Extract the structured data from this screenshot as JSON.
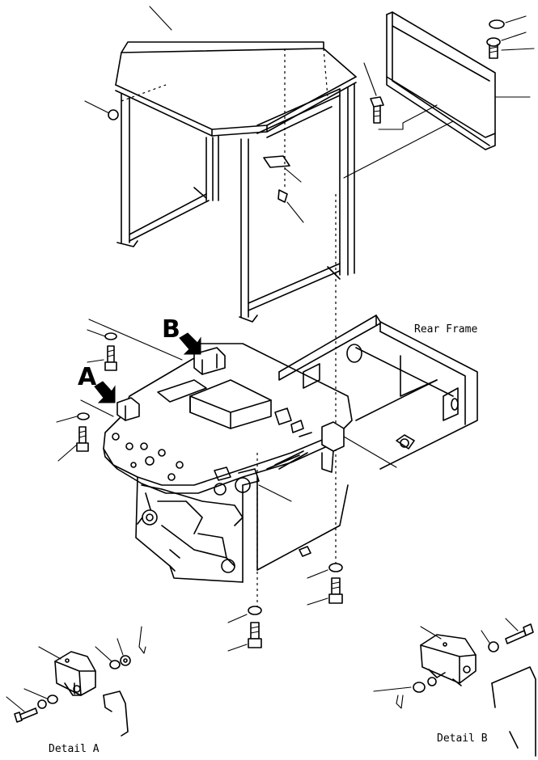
{
  "labels": {
    "rear_frame": "Rear Frame",
    "detail_a": "Detail A",
    "detail_b": "Detail B",
    "view_a": "A",
    "view_b": "B"
  }
}
